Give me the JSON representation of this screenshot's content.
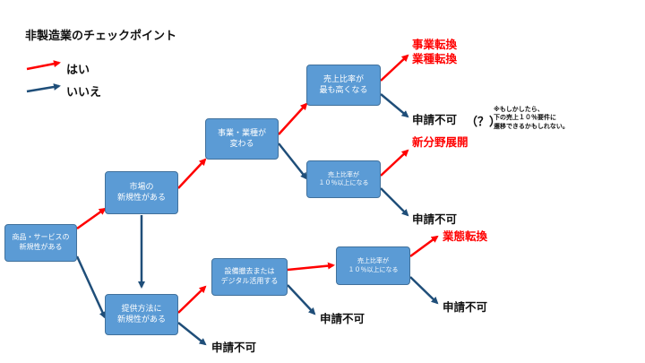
{
  "title": "非製造業のチェックポイント",
  "legend": {
    "yes_label": "はい",
    "no_label": "いいえ",
    "yes_color": "#ff0000",
    "no_color": "#1f4e79"
  },
  "nodes": {
    "product_service_novelty": "商品・サービスの\n新規性がある",
    "market_novelty": "市場の\n新規性がある",
    "delivery_method_novelty": "提供方法に\n新規性がある",
    "business_change": "事業・業種が\n変わる",
    "sales_ratio_highest": "売上比率が\n最も高くなる",
    "sales_ratio_10pct_a": "売上比率が\n１０％以上になる",
    "equipment_removal": "設備撤去または\nデジタル活用する",
    "sales_ratio_10pct_b": "売上比率が\n１０％以上になる"
  },
  "outcomes": {
    "business_conversion": "事業転換\n業種転換",
    "not_eligible_1": "申請不可",
    "question_mark": "（？）",
    "new_field_expansion": "新分野展開",
    "not_eligible_2": "申請不可",
    "format_conversion": "業態転換",
    "not_eligible_3": "申請不可",
    "not_eligible_4": "申請不可",
    "not_eligible_5": "申請不可"
  },
  "note": "※もしかしたら、\n下の売上１０％要件に\n遷移できるかもしれない。",
  "colors": {
    "box_fill": "#5B9BD5",
    "box_border": "#41719C"
  }
}
